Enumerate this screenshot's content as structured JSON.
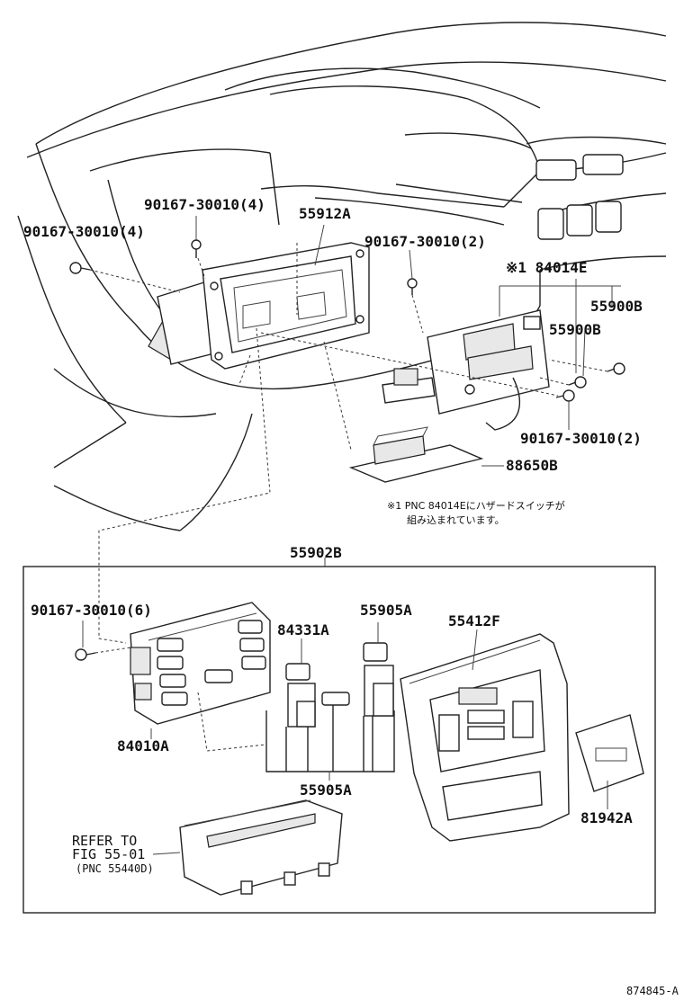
{
  "labels": {
    "bolt_left_upper": "90167-30010(4)",
    "bolt_top": "90167-30010(4)",
    "bracket": "55912A",
    "bolt_center": "90167-30010(2)",
    "switch_assy": "※1 84014E",
    "screw_a": "55900B",
    "screw_b": "55900B",
    "bolt_right": "90167-30010(2)",
    "ecu": "88650B",
    "note_line1": "※1 PNC 84014Eにハザードスイッチが",
    "note_line2": "組み込まれています。",
    "cluster_group": "55902B",
    "bolt_cluster": "90167-30010(6)",
    "switch_84331": "84331A",
    "switch_55905_top": "55905A",
    "panel": "55412F",
    "cluster_base": "84010A",
    "switch_55905_bottom": "55905A",
    "plate": "81942A",
    "refer_line1": "REFER TO",
    "refer_line2": "FIG 55-01",
    "refer_line3": "(PNC 55440D)",
    "figure_id": "874845-A"
  }
}
